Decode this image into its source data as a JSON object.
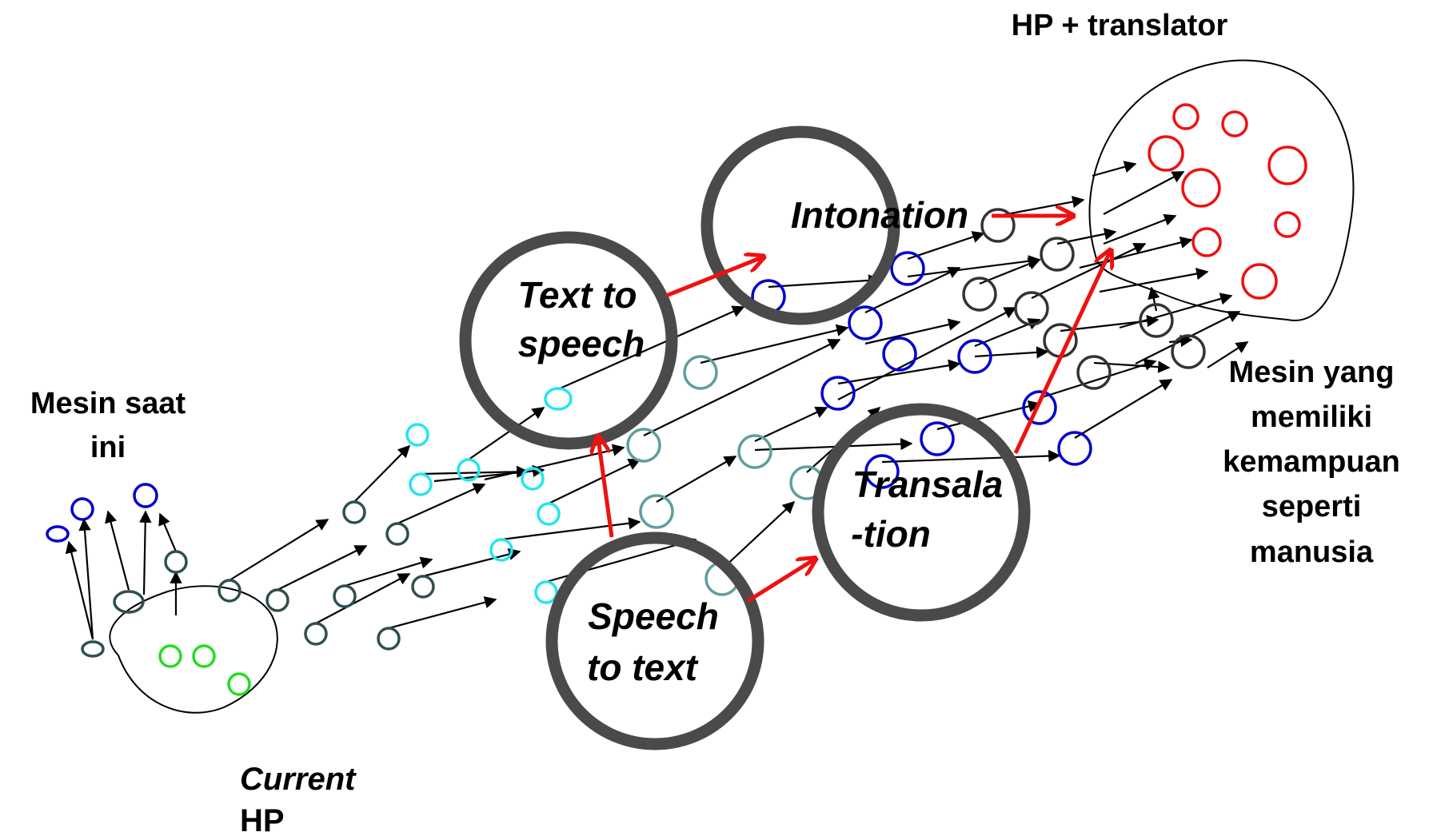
{
  "labels": {
    "left_title_1": "Mesin saat",
    "left_title_2": "ini",
    "current_1": "Current",
    "current_2": "HP",
    "right_title": "HP + translator",
    "right_desc_1": "Mesin yang",
    "right_desc_2": "memiliki",
    "right_desc_3": "kemampuan",
    "right_desc_4": "seperti",
    "right_desc_5": "manusia"
  },
  "capabilities": [
    {
      "id": "text-to-speech",
      "line1": "Text to",
      "line2": "speech"
    },
    {
      "id": "intonation",
      "line1": "Intonation",
      "line2": ""
    },
    {
      "id": "speech-to-text",
      "line1": "Speech",
      "line2": "to text"
    },
    {
      "id": "translation",
      "line1": "Transala",
      "line2": "-tion"
    }
  ],
  "colors": {
    "start_nodes": "#22dd22",
    "early_nodes": "#2f4f4f",
    "cyan_nodes": "#22e5f0",
    "teal_nodes": "#5f9ea0",
    "blue_nodes": "#0000cc",
    "dark_nodes": "#333333",
    "goal_nodes": "#ee1111",
    "capability_ring": "#4a4a4a",
    "red_arrow": "#ee1111"
  }
}
